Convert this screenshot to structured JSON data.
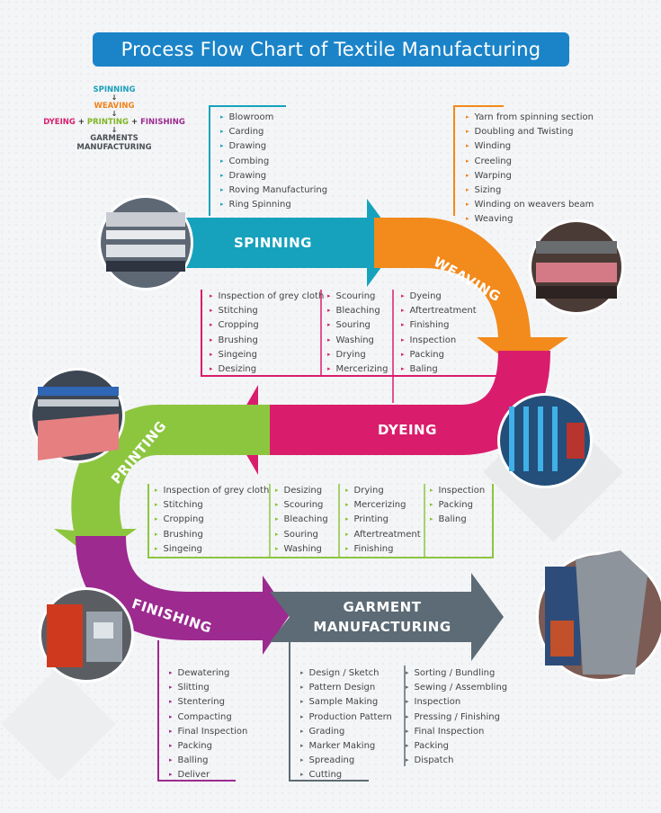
{
  "title": "Process Flow Chart of Textile Manufacturing",
  "mini_flow": {
    "spinning": "SPINNING",
    "weaving": "WEAVING",
    "dyeing": "DYEING",
    "printing": "PRINTING",
    "finishing": "FINISHING",
    "plus": "+",
    "arrow": "↓",
    "garments": "GARMENTS",
    "manufacturing": "MANUFACTURING"
  },
  "stages": {
    "spinning": "SPINNING",
    "weaving": "WEAVING",
    "dyeing": "DYEING",
    "printing": "PRINTING",
    "finishing": "FINISHING",
    "garment_line1": "GARMENT",
    "garment_line2": "MANUFACTURING"
  },
  "spinning_steps": [
    "Blowroom",
    "Carding",
    "Drawing",
    "Combing",
    "Drawing",
    "Roving Manufacturing",
    "Ring Spinning"
  ],
  "weaving_steps": [
    "Yarn from spinning section",
    "Doubling and Twisting",
    "Winding",
    "Creeling",
    "Warping",
    "Sizing",
    "Winding on weavers beam",
    "Weaving"
  ],
  "dyeing_steps": [
    [
      "Inspection of grey cloth",
      "Stitching",
      "Cropping",
      "Brushing",
      "Singeing",
      "Desizing"
    ],
    [
      "Scouring",
      "Bleaching",
      "Souring",
      "Washing",
      "Drying",
      "Mercerizing"
    ],
    [
      "Dyeing",
      "Aftertreatment",
      "Finishing",
      "Inspection",
      "Packing",
      "Baling"
    ]
  ],
  "printing_steps": [
    [
      "Inspection of grey cloth",
      "Stitching",
      "Cropping",
      "Brushing",
      "Singeing"
    ],
    [
      "Desizing",
      "Scouring",
      "Bleaching",
      "Souring",
      "Washing"
    ],
    [
      "Drying",
      "Mercerizing",
      "Printing",
      "Aftertreatment",
      "Finishing"
    ],
    [
      "Inspection",
      "Packing",
      "Baling"
    ]
  ],
  "finishing_steps": [
    "Dewatering",
    "Slitting",
    "Stentering",
    "Compacting",
    "Final Inspection",
    "Packing",
    "Balling",
    "Deliver"
  ],
  "garment_steps": [
    [
      "Design / Sketch",
      "Pattern Design",
      "Sample Making",
      "Production Pattern",
      "Grading",
      "Marker Making",
      "Spreading",
      "Cutting"
    ],
    [
      "Sorting / Bundling",
      "Sewing / Assembling",
      "Inspection",
      "Pressing / Finishing",
      "Final Inspection",
      "Packing",
      "Dispatch"
    ]
  ],
  "colors": {
    "spinning": "#16a2bd",
    "weaving": "#f28a1c",
    "dyeing": "#d91d6c",
    "printing": "#8cc63f",
    "finishing": "#9c2a8f",
    "garment": "#5c6b75",
    "title": "#1b84c8"
  }
}
